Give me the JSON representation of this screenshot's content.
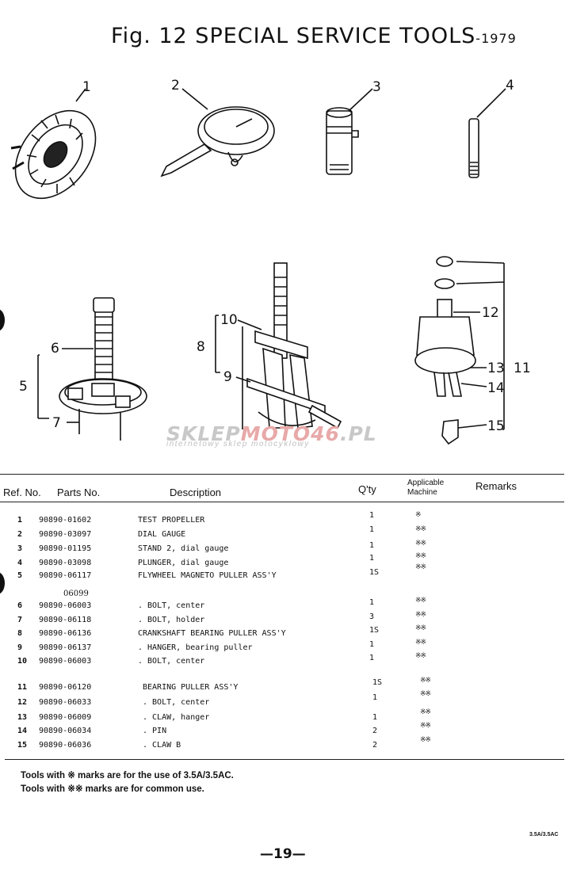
{
  "title": {
    "main": "Fig. 12 SPECIAL SERVICE TOOLS",
    "year": "-1979"
  },
  "callouts": [
    "1",
    "2",
    "3",
    "4",
    "5",
    "6",
    "7",
    "8",
    "9",
    "10",
    "11",
    "12",
    "13",
    "14",
    "15"
  ],
  "watermark": {
    "text_a": "SKLEP",
    "text_b": "MOTO46",
    "text_c": ".PL",
    "subtitle": "internetowy sklep motocyklowy"
  },
  "table": {
    "headers": {
      "ref": "Ref. No.",
      "parts": "Parts No.",
      "desc": "Description",
      "qty": "Q'ty",
      "applicable": "Applicable",
      "machine": "Machine",
      "remarks": "Remarks"
    },
    "rows": [
      {
        "ref": "1",
        "part": "90890-01602",
        "desc": "TEST PROPELLER",
        "qty": "1",
        "mark": "※"
      },
      {
        "ref": "2",
        "part": "90890-03097",
        "desc": "DIAL GAUGE",
        "qty": "1",
        "mark": "※※"
      },
      {
        "ref": "3",
        "part": "90890-01195",
        "desc": "STAND 2, dial gauge",
        "qty": "1",
        "mark": "※※"
      },
      {
        "ref": "4",
        "part": "90890-03098",
        "desc": "PLUNGER, dial gauge",
        "qty": "1",
        "mark": "※※"
      },
      {
        "ref": "5",
        "part": "90890-06117",
        "desc": "FLYWHEEL MAGNETO PULLER ASS'Y",
        "qty": "1S",
        "mark": "※※"
      },
      {
        "ref": "6",
        "part": "90890-06003",
        "desc": ". BOLT, center",
        "qty": "1",
        "mark": "※※"
      },
      {
        "ref": "7",
        "part": "90890-06118",
        "desc": ". BOLT, holder",
        "qty": "3",
        "mark": "※※"
      },
      {
        "ref": "8",
        "part": "90890-06136",
        "desc": "CRANKSHAFT BEARING PULLER ASS'Y",
        "qty": "1S",
        "mark": "※※"
      },
      {
        "ref": "9",
        "part": "90890-06137",
        "desc": ". HANGER, bearing puller",
        "qty": "1",
        "mark": "※※"
      },
      {
        "ref": "10",
        "part": "90890-06003",
        "desc": ". BOLT, center",
        "qty": "1",
        "mark": "※※"
      },
      {
        "ref": "11",
        "part": "90890-06120",
        "desc": "BEARING PULLER ASS'Y",
        "qty": "1S",
        "mark": "※※"
      },
      {
        "ref": "12",
        "part": "90890-06033",
        "desc": ". BOLT, center",
        "qty": "1",
        "mark": "※※"
      },
      {
        "ref": "13",
        "part": "90890-06009",
        "desc": ". CLAW, hanger",
        "qty": "1",
        "mark": "※※"
      },
      {
        "ref": "14",
        "part": "90890-06034",
        "desc": ". PIN",
        "qty": "2",
        "mark": "※※"
      },
      {
        "ref": "15",
        "part": "90890-06036",
        "desc": ". CLAW B",
        "qty": "2",
        "mark": "※※"
      }
    ]
  },
  "handwritten_correction": "06099",
  "notes": [
    "Tools with ※ marks are for the use of 3.5A/3.5AC.",
    "Tools with ※※ marks are for common use."
  ],
  "corner_code": "3.5A/3.5AC",
  "page_number": "—19—"
}
